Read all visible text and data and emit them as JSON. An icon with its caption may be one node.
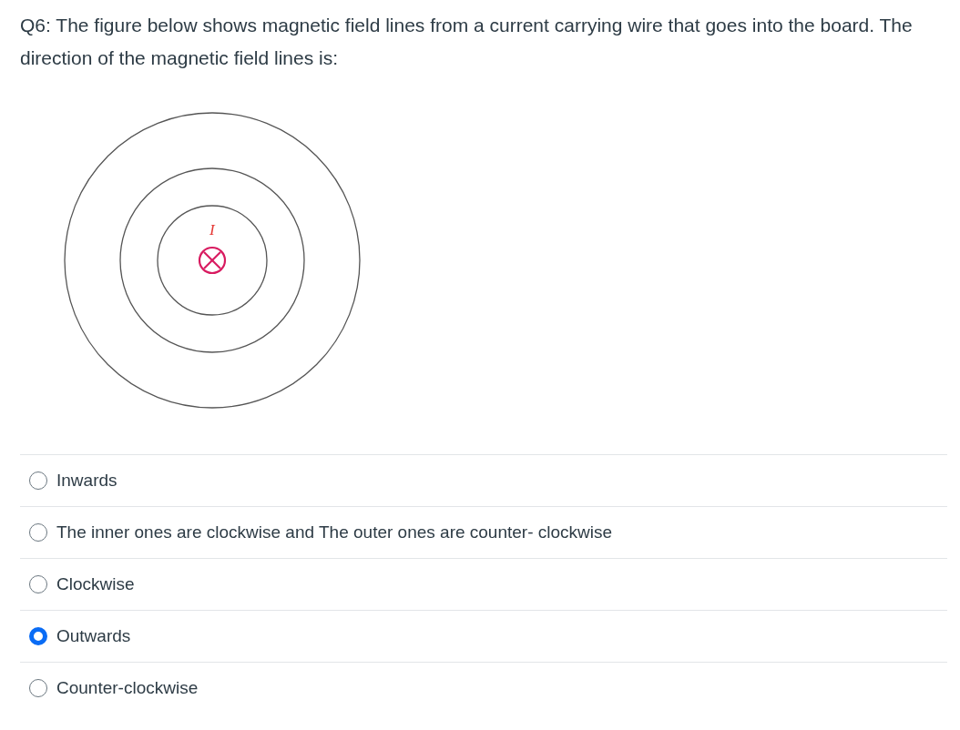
{
  "diagram": {
    "title": "Q6: The figure below shows magnetic field lines from a current carrying wire that goes into the board. The direction of the magnetic field lines is:",
    "labels": [
      "I",
      "Inwards",
      "The inner ones are clockwise and The outer ones are counter- clockwise",
      "Clockwise",
      "Outwards",
      "Counter-clockwise"
    ]
  }
}
